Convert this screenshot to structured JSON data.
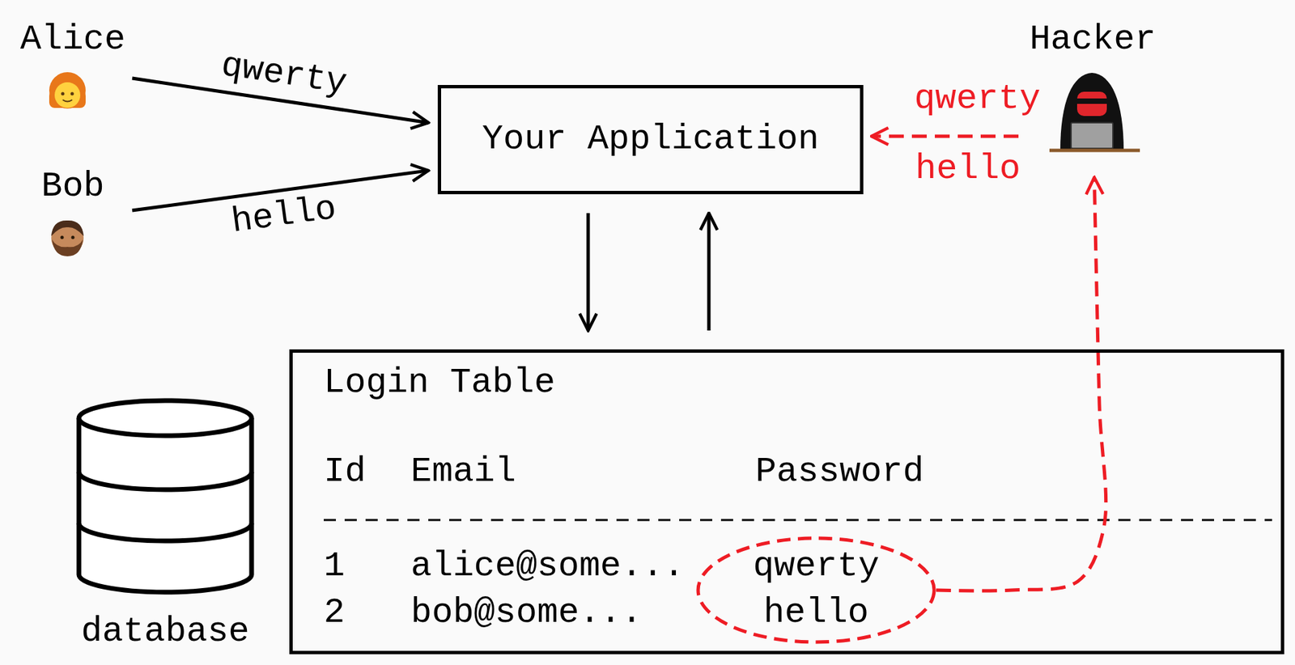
{
  "diagram": {
    "nodes": [
      {
        "text": [
          "Alice"
        ]
      },
      {
        "text": [
          "Bob"
        ]
      },
      {
        "text": [
          "Your Application"
        ]
      },
      {
        "text": [
          "Hacker"
        ]
      },
      {
        "text": [
          "database"
        ]
      },
      {
        "text": [
          "Login Table"
        ]
      },
      {
        "text": [
          "qwerty",
          "hello"
        ],
        "in": 5
      }
    ],
    "edges": [
      {
        "from": 0,
        "to": 2,
        "arrow": "to",
        "label": "qwerty"
      },
      {
        "from": 1,
        "to": 2,
        "arrow": "to",
        "label": "hello"
      },
      {
        "from": 3,
        "to": 2,
        "arrow": "to",
        "label": "qwerty"
      },
      {
        "from": 2,
        "to": 5,
        "arrow": "to"
      },
      {
        "from": 5,
        "to": 2,
        "arrow": "to"
      },
      {
        "from": 6,
        "to": 3,
        "arrow": "to"
      }
    ],
    "labels": [
      "hello",
      "Id",
      "Email",
      "Password",
      "1",
      "alice@some...",
      "2",
      "bob@some..."
    ]
  }
}
